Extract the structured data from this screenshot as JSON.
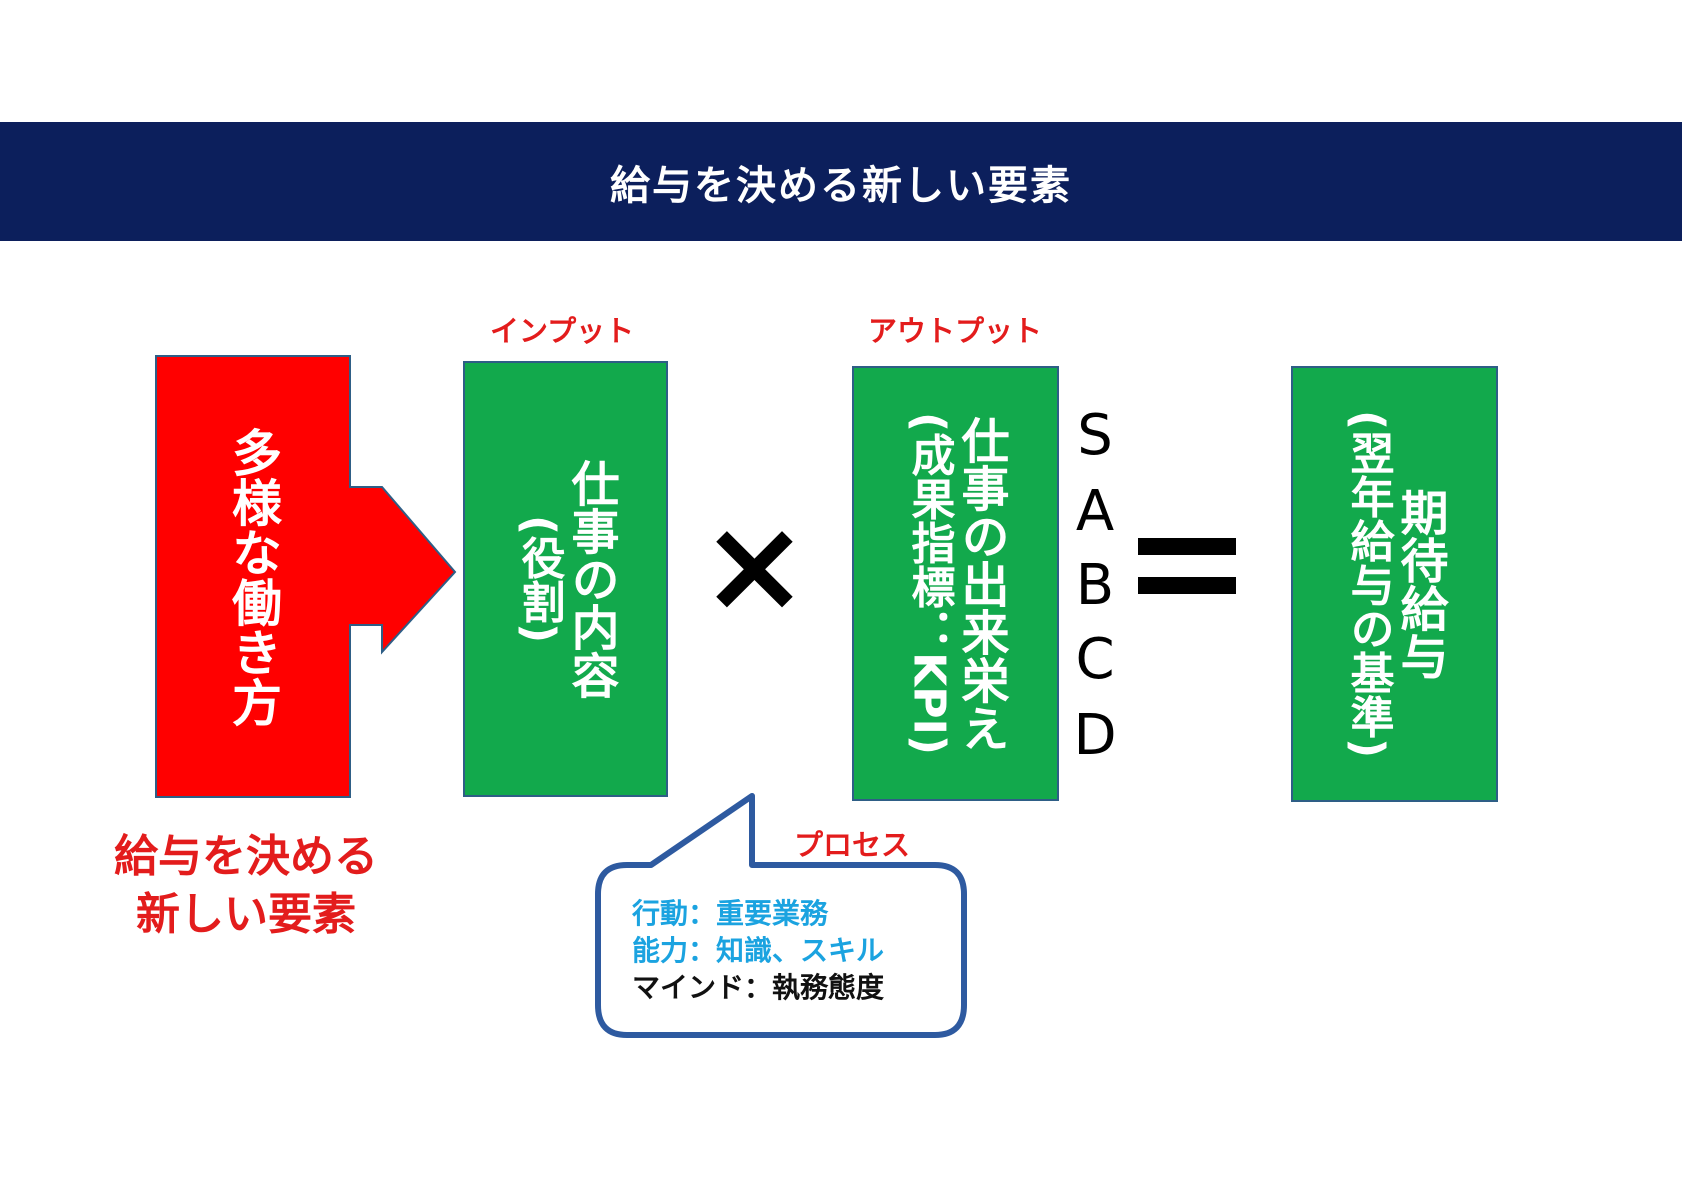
{
  "header": {
    "title": "給与を決める新しい要素"
  },
  "colors": {
    "header_bg": "#0c1f5c",
    "red": "#ff0000",
    "label_red": "#e31c1c",
    "green": "#12a94c",
    "bubble_border": "#2e5aa0",
    "bubble_cyan": "#1ba3e0"
  },
  "diagram": {
    "source": {
      "text": "多様な働き方"
    },
    "input": {
      "label": "インプット",
      "lines": [
        "仕事の内容",
        "(役割)"
      ]
    },
    "multiply": "×",
    "output": {
      "label": "アウトプット",
      "lines": [
        "仕事の出来栄え",
        "(成果指標：KPI)"
      ]
    },
    "grades": [
      "S",
      "A",
      "B",
      "C",
      "D"
    ],
    "equals": "=",
    "result": {
      "lines": [
        "期待給与",
        "(翌年給与の基準)"
      ]
    },
    "process": {
      "label": "プロセス",
      "items": [
        {
          "text": "行動：重要業務",
          "color": "#1ba3e0"
        },
        {
          "text": "能力：知識、スキル",
          "color": "#1ba3e0"
        },
        {
          "text": "マインド：執務態度",
          "color": "#111111"
        }
      ]
    },
    "caption": [
      "給与を決める",
      "新しい要素"
    ]
  }
}
